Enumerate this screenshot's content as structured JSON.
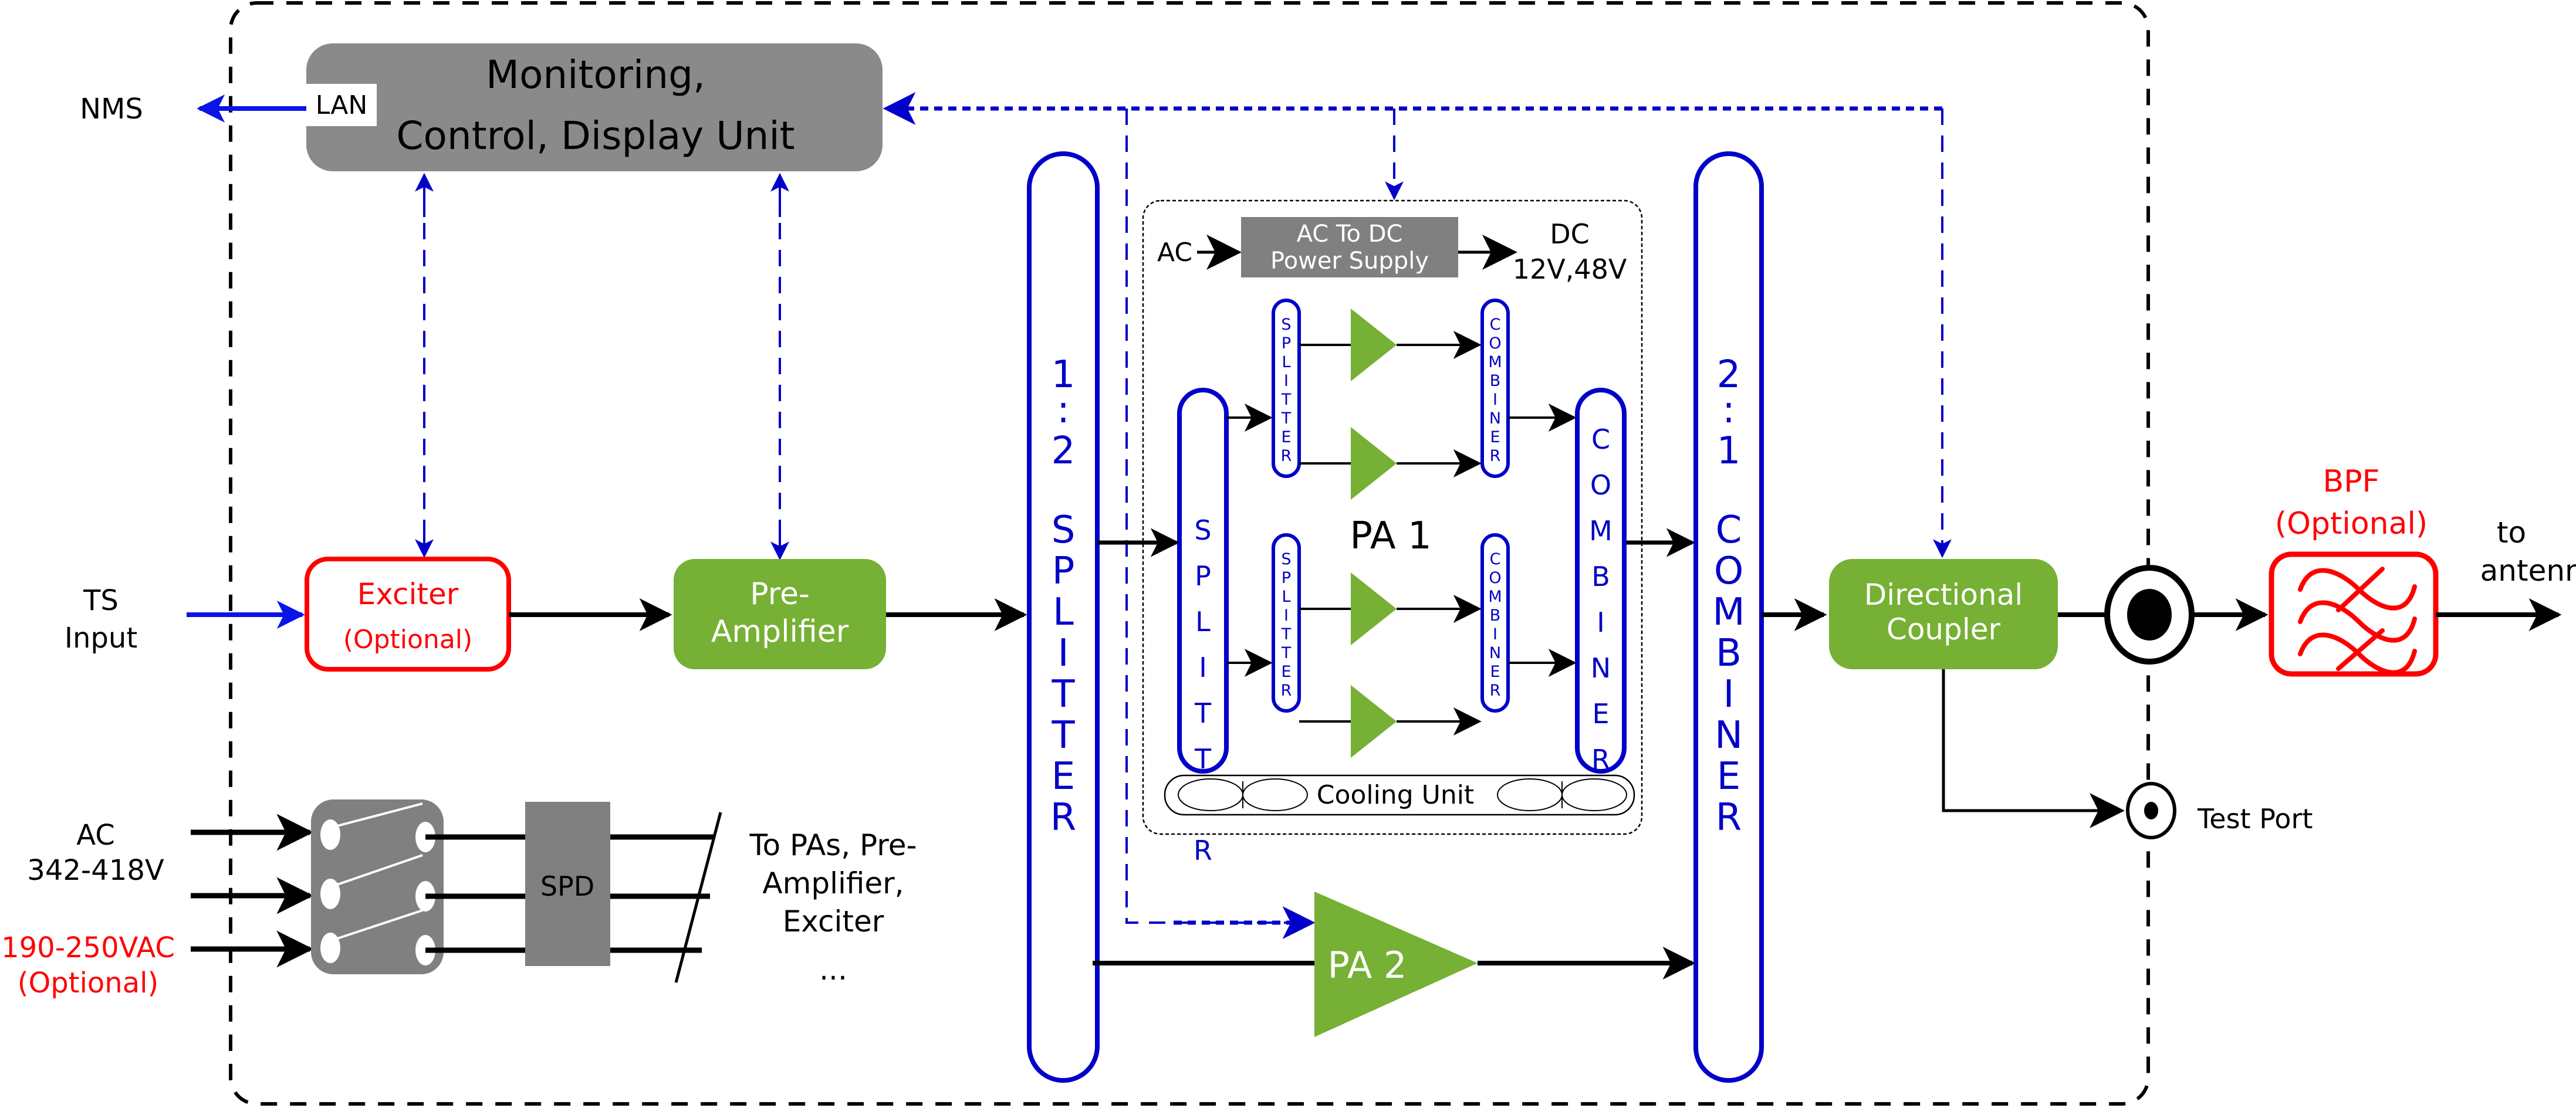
{
  "colors": {
    "signal_blue": "#0000c8",
    "input_blue": "#0a14e6",
    "green": "#76b034",
    "gray": "#8a8a8a",
    "gray_dark": "#808080",
    "red": "#ff0000",
    "black": "#000000",
    "white": "#ffffff"
  },
  "external": {
    "nms": "NMS",
    "ts_input": [
      "TS",
      "Input"
    ],
    "ac_input": [
      "AC",
      "342-418V"
    ],
    "ac_optional": [
      "190-250VAC",
      "(Optional)"
    ],
    "to_antenna": [
      "to",
      "antenna"
    ],
    "test_port": "Test Port"
  },
  "mcdu": {
    "title_line1": "Monitoring,",
    "title_line2": "Control, Display Unit",
    "lan": "LAN"
  },
  "exciter": {
    "label": "Exciter",
    "sub": "(Optional)"
  },
  "preamp": {
    "line1": "Pre-",
    "line2": "Amplifier"
  },
  "splitter_main": {
    "label": [
      "1",
      ":",
      "2",
      "S",
      "P",
      "L",
      "I",
      "T",
      "T",
      "E",
      "R"
    ]
  },
  "combiner_main": {
    "label": [
      "2",
      ":",
      "1",
      "C",
      "O",
      "M",
      "B",
      "I",
      "N",
      "E",
      "R"
    ]
  },
  "pa1": {
    "title": "PA 1",
    "psu_line1": "AC To DC",
    "psu_line2": "Power Supply",
    "ac": "AC",
    "dc_line1": "DC",
    "dc_line2": "12V,48V",
    "splitter_letters": [
      "S",
      "P",
      "L",
      "I",
      "T",
      "T",
      "E",
      "R"
    ],
    "combiner_letters": [
      "C",
      "O",
      "M",
      "B",
      "I",
      "N",
      "E",
      "R"
    ],
    "cooling": "Cooling Unit"
  },
  "pa2": {
    "title": "PA 2"
  },
  "power": {
    "spd": "SPD",
    "to_list": [
      "To PAs, Pre-",
      "Amplifier,",
      "Exciter",
      "..."
    ]
  },
  "directional_coupler": {
    "line1": "Directional",
    "line2": "Coupler"
  },
  "bpf": {
    "label": "BPF",
    "sub": "(Optional)"
  }
}
